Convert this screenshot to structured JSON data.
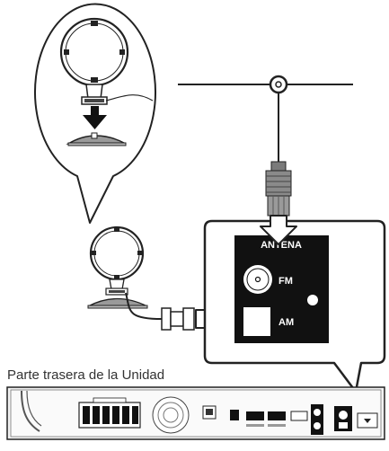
{
  "diagram": {
    "caption": "Parte trasera de la Unidad",
    "panel": {
      "antenna_label": "ANTENA",
      "fm_label": "FM",
      "am_label": "AM"
    }
  },
  "colors": {
    "line": "#222222",
    "panel_black": "#111111",
    "connector_gray": "#8a8a8a",
    "stand_gray": "#9a9a9a",
    "unit_gray": "#cfcfcf"
  },
  "icons": [
    "am-loop-antenna-icon",
    "fm-wire-antenna-icon",
    "fm-connector-icon",
    "am-connector-icon",
    "arrow-down-icon",
    "arrow-right-icon"
  ]
}
